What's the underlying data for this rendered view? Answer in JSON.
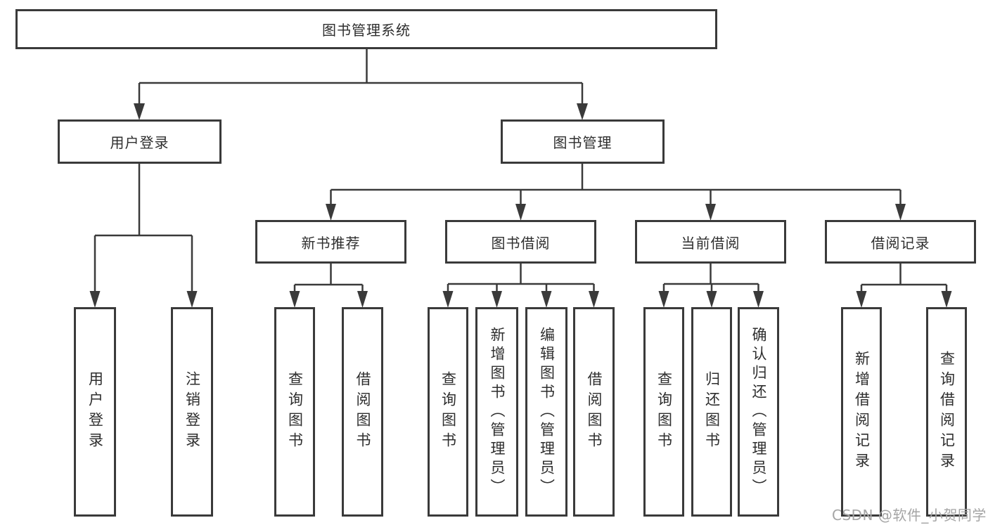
{
  "colors": {
    "line": "#3a3a3a",
    "text": "#2e2e2e",
    "background": "#ffffff",
    "watermark": "#a5a5a5"
  },
  "watermark": "CSDN @软件_小贺同学",
  "tree": {
    "label": "图书管理系统",
    "children": [
      {
        "label": "用户登录",
        "children": [
          {
            "label": "用户登录"
          },
          {
            "label": "注销登录"
          }
        ]
      },
      {
        "label": "图书管理",
        "children": [
          {
            "label": "新书推荐",
            "children": [
              {
                "label": "查询图书"
              },
              {
                "label": "借阅图书"
              }
            ]
          },
          {
            "label": "图书借阅",
            "children": [
              {
                "label": "查询图书"
              },
              {
                "label": "新增图书（管理员）"
              },
              {
                "label": "编辑图书（管理员）"
              },
              {
                "label": "借阅图书"
              }
            ]
          },
          {
            "label": "当前借阅",
            "children": [
              {
                "label": "查询图书"
              },
              {
                "label": "归还图书"
              },
              {
                "label": "确认归还（管理员）"
              }
            ]
          },
          {
            "label": "借阅记录",
            "children": [
              {
                "label": "新增借阅记录"
              },
              {
                "label": "查询借阅记录"
              }
            ]
          }
        ]
      }
    ]
  }
}
